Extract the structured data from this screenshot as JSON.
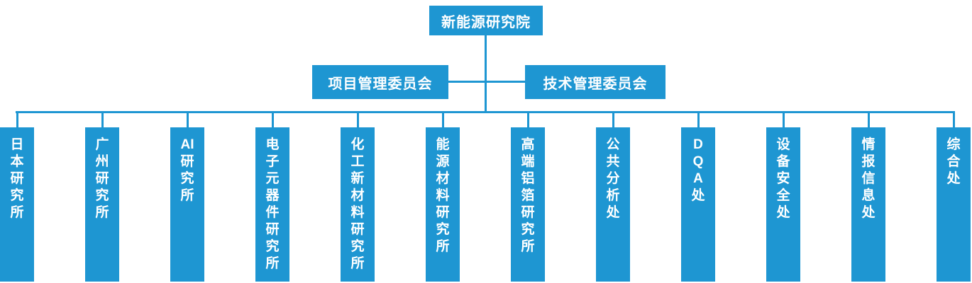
{
  "colors": {
    "accent": "#1E96D2",
    "text_on_accent": "#FFFFFF",
    "background": "#FFFFFF"
  },
  "root": {
    "label": "新能源研究院"
  },
  "committees": [
    {
      "label": "项目管理委员会"
    },
    {
      "label": "技术管理委员会"
    }
  ],
  "departments": [
    {
      "label": "日本研究所",
      "lines": [
        "日",
        "本",
        "研",
        "究",
        "所"
      ]
    },
    {
      "label": "广州研究所",
      "lines": [
        "广",
        "州",
        "研",
        "究",
        "所"
      ]
    },
    {
      "label": "AI研究所",
      "lines": [
        "AI",
        "研",
        "究",
        "所"
      ]
    },
    {
      "label": "电子元器件研究所",
      "lines": [
        "电",
        "子",
        "元",
        "器",
        "件",
        "研",
        "究",
        "所"
      ]
    },
    {
      "label": "化工新材料研究所",
      "lines": [
        "化",
        "工",
        "新",
        "材",
        "料",
        "研",
        "究",
        "所"
      ]
    },
    {
      "label": "能源材料研究所",
      "lines": [
        "能",
        "源",
        "材",
        "料",
        "研",
        "究",
        "所"
      ]
    },
    {
      "label": "高端铝箔研究所",
      "lines": [
        "高",
        "端",
        "铝",
        "箔",
        "研",
        "究",
        "所"
      ]
    },
    {
      "label": "公共分析处",
      "lines": [
        "公",
        "共",
        "分",
        "析",
        "处"
      ]
    },
    {
      "label": "DQA处",
      "lines": [
        "D",
        "Q",
        "A",
        "处"
      ]
    },
    {
      "label": "设备安全处",
      "lines": [
        "设",
        "备",
        "安",
        "全",
        "处"
      ]
    },
    {
      "label": "情报信息处",
      "lines": [
        "情",
        "报",
        "信",
        "息",
        "处"
      ]
    },
    {
      "label": "综合处",
      "lines": [
        "综",
        "合",
        "处"
      ]
    }
  ],
  "layout_meta": {
    "dept_count": "12"
  }
}
